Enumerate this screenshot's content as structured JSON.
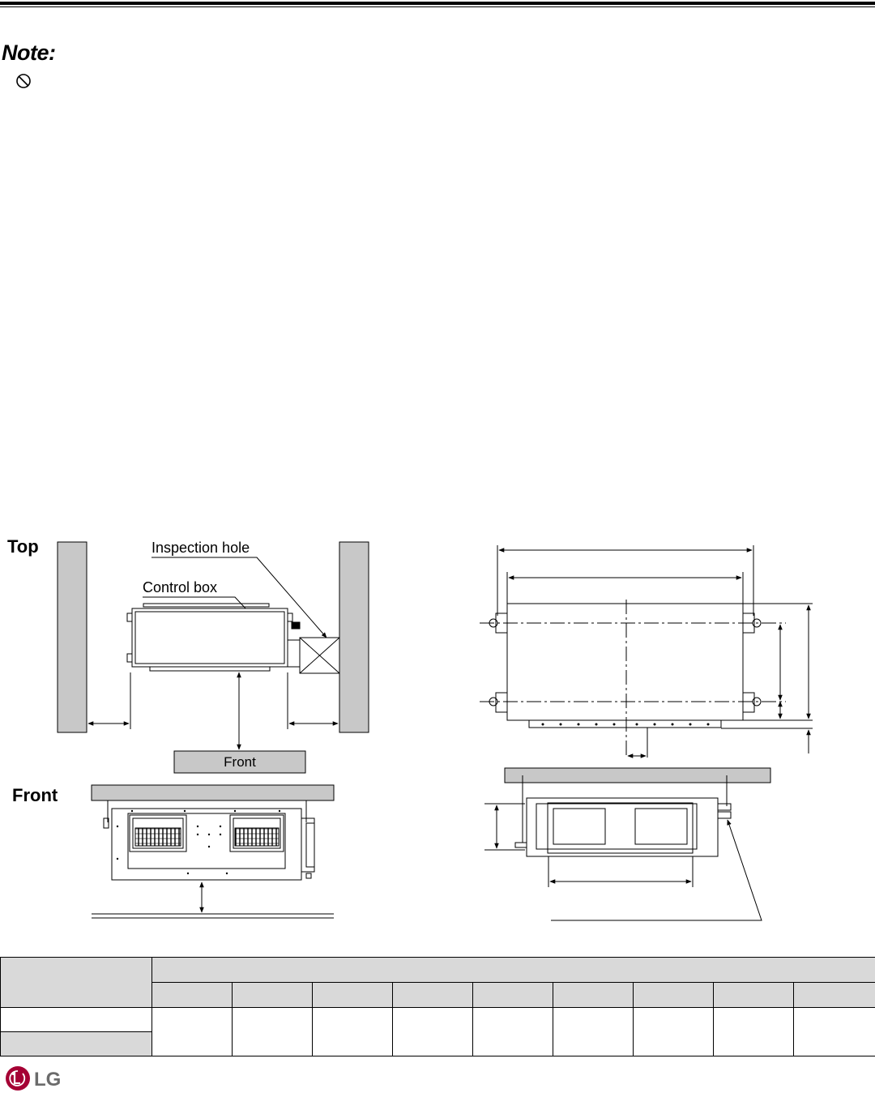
{
  "note": {
    "title": "Note:"
  },
  "labels": {
    "top_view": "Top",
    "front_view": "Front",
    "inspection_hole": "Inspection hole",
    "control_box": "Control box",
    "front_bar": "Front"
  },
  "brand": {
    "name": "LG",
    "color": "#a50034"
  },
  "colors": {
    "grey_fill": "#c8c8c8",
    "table_shade": "#d9d9d9"
  }
}
